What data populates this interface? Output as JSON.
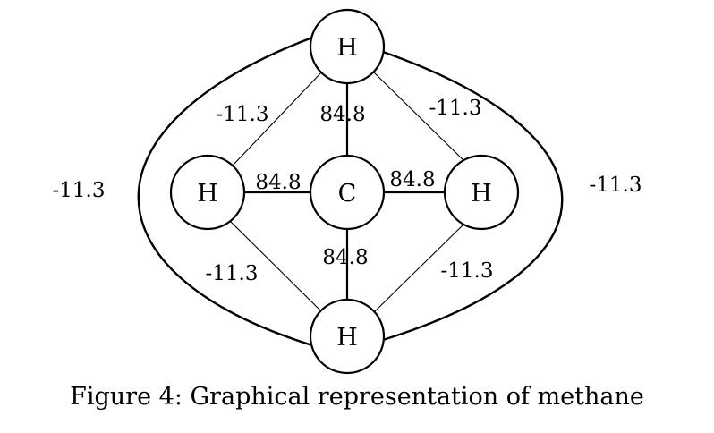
{
  "diagram": {
    "nodes": [
      {
        "id": "top",
        "label": "H"
      },
      {
        "id": "left",
        "label": "H"
      },
      {
        "id": "center",
        "label": "C"
      },
      {
        "id": "right",
        "label": "H"
      },
      {
        "id": "bottom",
        "label": "H"
      }
    ],
    "edges": [
      {
        "id": "top-left",
        "from": "top",
        "to": "left",
        "weight": "-11.3"
      },
      {
        "id": "top-center",
        "from": "top",
        "to": "center",
        "weight": "84.8"
      },
      {
        "id": "top-right",
        "from": "top",
        "to": "right",
        "weight": "-11.3"
      },
      {
        "id": "left-center",
        "from": "left",
        "to": "center",
        "weight": "84.8"
      },
      {
        "id": "center-right",
        "from": "center",
        "to": "right",
        "weight": "84.8"
      },
      {
        "id": "left-bottom",
        "from": "left",
        "to": "bottom",
        "weight": "-11.3"
      },
      {
        "id": "center-bottom",
        "from": "center",
        "to": "bottom",
        "weight": "84.8"
      },
      {
        "id": "right-bottom",
        "from": "right",
        "to": "bottom",
        "weight": "-11.3"
      },
      {
        "id": "top-bottom-left-arc",
        "from": "top",
        "to": "bottom",
        "weight": "-11.3"
      },
      {
        "id": "top-bottom-right-arc",
        "from": "top",
        "to": "bottom",
        "weight": "-11.3"
      }
    ]
  },
  "caption": "Figure 4: Graphical representation of methane"
}
